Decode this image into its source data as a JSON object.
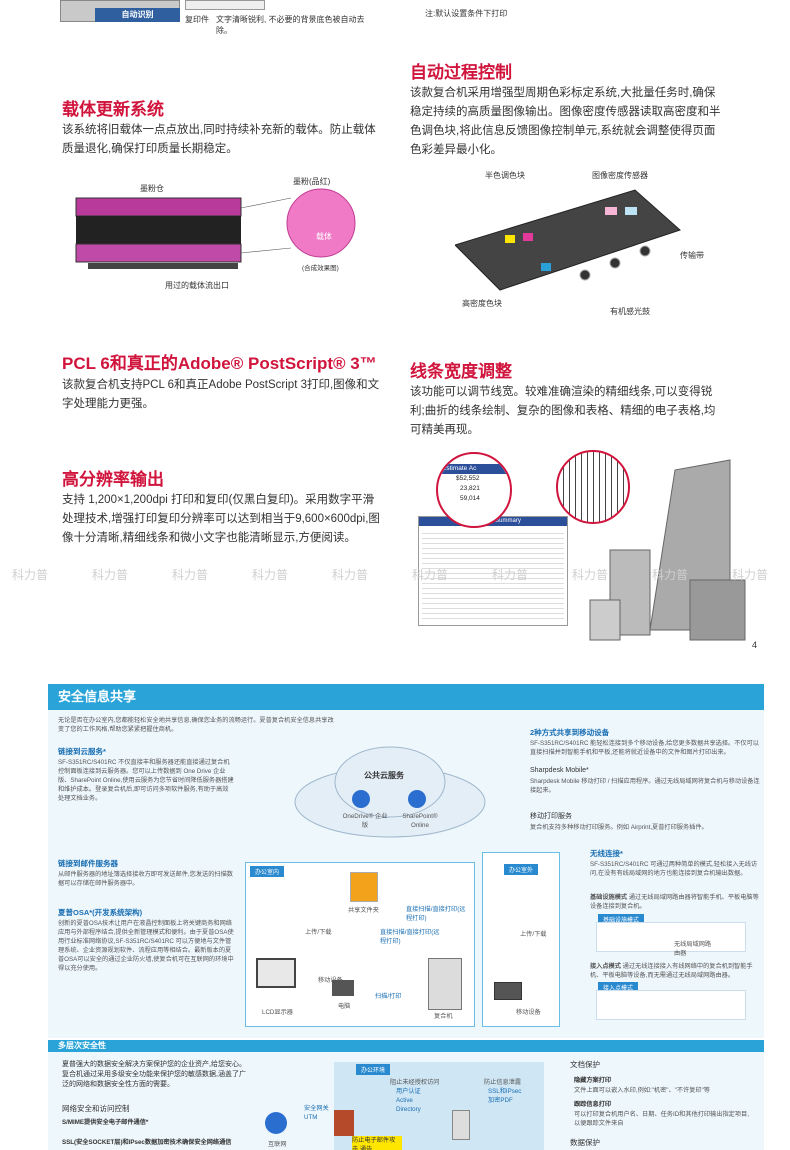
{
  "top": {
    "label_bottom": "自动识别",
    "img_label": "复印件",
    "img_caption": "文字清晰锐利, 不必要的背景底色被自动去除。",
    "note": "注:默认设置条件下打印"
  },
  "auto_process": {
    "title": "自动过程控制",
    "body": "该款复合机采用增强型周期色彩标定系统,大批量任务时,确保稳定持续的高质量图像输出。图像密度传感器读取高密度和半色调色块,将此信息反馈图像控制单元,系统就会调整使得页面色彩差异最小化。",
    "labels": {
      "half": "半色调色块",
      "sensor": "图像密度传感器",
      "belt": "传输带",
      "high": "高密度色块",
      "drum": "有机感光鼓"
    }
  },
  "carrier": {
    "title": "载体更新系统",
    "body": "该系统将旧载体一点点放出,同时持续补充新的载体。防止载体质量退化,确保打印质量长期稳定。",
    "labels": {
      "toner_bin": "墨粉仓",
      "toner": "墨粉(品红)",
      "carrier": "载体",
      "composite": "(合成效果图)",
      "outlet": "用过的载体流出口"
    }
  },
  "pcl": {
    "title": "PCL 6和真正的Adobe® PostScript® 3™",
    "body": "该款复合机支持PCL 6和真正Adobe PostScript 3打印,图像和文字处理能力更强。"
  },
  "line": {
    "title": "线条宽度调整",
    "body": "该功能可以调节线宽。较难准确渲染的精细线条,可以变得锐利;曲折的线条绘制、复杂的图像和表格、精细的电子表格,均可精美再现。",
    "table": {
      "h1": "Estimate",
      "h2": "Ac",
      "v1": "$52,552",
      "v2": "23,821",
      "v3": "59,014",
      "sheet_title": "Cash Flow Summary"
    }
  },
  "hires": {
    "title": "高分辨率输出",
    "body": "支持 1,200×1,200dpi 打印和复印(仅黑白复印)。采用数字平滑处理技术,增强打印复印分辨率可以达到相当于9,600×600dpi,图像十分清晰,精细线条和微小文字也能清晰显示,方便阅读。"
  },
  "watermark": "科力普",
  "page_number": "4",
  "security": {
    "band": "安全信息共享",
    "intro": "无论是否在办公室内,您都能轻松安全地共享信息,确保您业务的流畅运行。夏普复合机安全信息共享改变了您的工作风格,帮助您紧紧把握住商机。",
    "cloud_title": "链接到云服务*",
    "cloud_body": "SF-S351RC/S401RC 不仅直接丰和服务器还能直接通过复合机控制面板连接到云服务器。您可以上传数据到 One Drive 企业版、SharePoint Online,使用云服务为您节省时间降低服务器搭建和维护成本。登录复合机后,即可访问多项软件服务,有助于高效处理文档业务。",
    "mail_title": "链接到邮件服务器",
    "mail_body": "从邮件服务器的地址簿选择接收方即可发送邮件,您发送的扫描数据可以存储在邮件服务器中。",
    "osa_title": "夏普OSA*(开发系统架构)",
    "osa_body": "创新的夏普OSA技术让用户在液晶控制面板上将关键商务和网络应用与外部程序结合,提供全新管理模式和便利。由于夏普OSA使用行业标准网络协议,SF-S351RC/S401RC 可以方便地与文件管理系统、企业资源规划软件、流程应用等相结合。最新版本的夏普OSA可以安全的通过企业防火墙,使复合机可在互联网的环境中得以充分使用。",
    "public_cloud": "公共云服务",
    "onedrive": "OneDrive® 企业版",
    "sharepoint": "SharePoint® Online",
    "office_in": "办公室内",
    "office_out": "办公室外",
    "share_folder": "共享文件夹",
    "upload": "上传/下载",
    "direct_scan": "直接扫描/直接打印(远程打印)",
    "scan_print": "扫描/打印",
    "lcd": "LCD显示器",
    "pc": "电脑",
    "mobile": "移动设备",
    "mfp": "复合机",
    "mobile_title": "2种方式共享到移动设备",
    "mobile_body": "SF-S351RC/S401RC 能轻松连接到多个移动设备,给您更多数据共享选择。不仅可以直接扫描并到智能手机和平板,还能将就近设备中的文件和图片打印出来。",
    "sharpdesk": "Sharpdesk Mobile*",
    "sharpdesk_body": "Sharpdesk Mobile 移动打印 / 扫描应用程序。通过无线局域网将复合机与移动设备连接起来。",
    "mobile_print": "移动打印服务",
    "mobile_print_body": "复合机支持多种移动打印服务。例如 Airprint,夏普打印服务插件。",
    "wireless": "无线连接*",
    "wireless_body": "SF-S351RC/S401RC 可通过两种简单的模式,轻松接入无线访问,在没有有线局域网的地方也能连接到复合机输出数据。",
    "basic_mode": "基础设施模式",
    "basic_body": "通过无线局域网路由器将智能手机、平板电脑等设备连接到复合机。",
    "ap_mode": "接入点模式",
    "ap_body": "通过无线连接接入有线网络中的复合机到智能手机、平板电脑等设备,而无需通过无线局域网路由器。",
    "router": "无线局域网路由器"
  },
  "multi": {
    "band": "多层次安全性",
    "body": "夏普强大的数据安全解决方案保护您的企业资产,给您安心。复合机通过采用多级安全功能来保护您的敏感数据,涵盖了广泛的网络和数据安全性方面的需要。",
    "net": "网络安全和访问控制",
    "smime": "S/MIME提供安全电子邮件通信*",
    "ssl": "SSL(安全SOCKET层)和IPsec数据加密技术确保安全网络通信",
    "office_env": "办公环境",
    "fw1": "阻止未经授权访问",
    "fw2": "防止信息泄露",
    "auth": "用户认证 Active Directory",
    "ssl_pdf": "SSL和IPsec 加密PDF",
    "utm": "安全网关 UTM",
    "internet": "互联网",
    "mail_filter": "防止电子邮件攻击,通告",
    "doc_protect": "文档保护",
    "hidden": "隐藏方案打印",
    "hidden_body": "文件上面可以嵌入水印,例如:\"机密\"、\"不许复印\"等",
    "trace": "跟踪信息打印",
    "trace_body": "可以打印复合机用户名、日期、任务ID和其他打印输出指定项目,以便跟踪文件来自",
    "data_protect": "数据保护"
  }
}
